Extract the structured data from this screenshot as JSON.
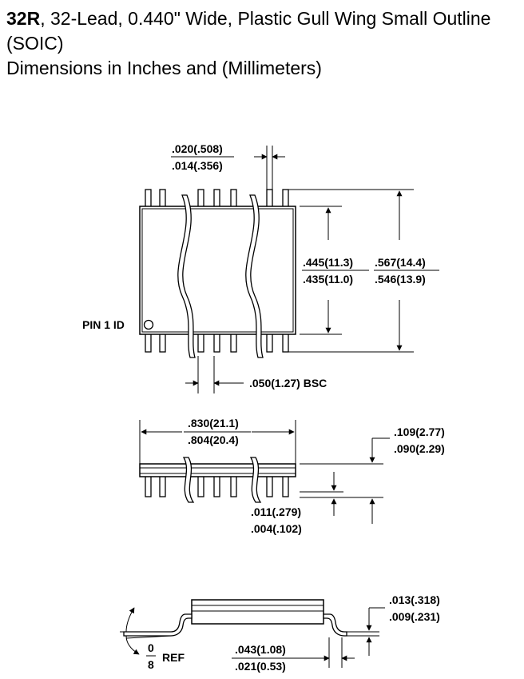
{
  "header": {
    "part_code": "32R",
    "title_rest": ", 32-Lead, 0.440\" Wide, Plastic Gull Wing Small Outline (SOIC)",
    "subtitle": "Dimensions in Inches and (Millimeters)"
  },
  "top_view": {
    "lead_width": {
      "max": ".020(.508)",
      "min": ".014(.356)"
    },
    "body_width": {
      "max": ".445(11.3)",
      "min": ".435(11.0)"
    },
    "overall_width": {
      "max": ".567(14.4)",
      "min": ".546(13.9)"
    },
    "pin1_label": "PIN 1 ID",
    "pitch": ".050(1.27) BSC"
  },
  "side_view": {
    "body_length": {
      "max": ".830(21.1)",
      "min": ".804(20.4)"
    },
    "height": {
      "max": ".109(2.77)",
      "min": ".090(2.29)"
    },
    "standoff": {
      "max": ".011(.279)",
      "min": ".004(.102)"
    }
  },
  "end_view": {
    "lead_thickness": {
      "max": ".013(.318)",
      "min": ".009(.231)"
    },
    "foot_length": {
      "max": ".043(1.08)",
      "min": ".021(0.53)"
    },
    "angle": {
      "top": "0",
      "bottom": "8",
      "suffix": "REF"
    }
  }
}
